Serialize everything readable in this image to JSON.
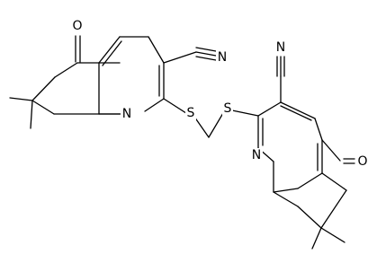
{
  "molecule": {
    "atom_labels": {
      "o_left": "O",
      "n_nitrile_left": "N",
      "n_ring_left": "N",
      "s_left": "S",
      "s_right": "S",
      "n_nitrile_right": "N",
      "n_ring_right": "N",
      "o_right": "O"
    }
  },
  "colors": {
    "bond": "#000000",
    "label": "#000000",
    "background": "#ffffff"
  }
}
